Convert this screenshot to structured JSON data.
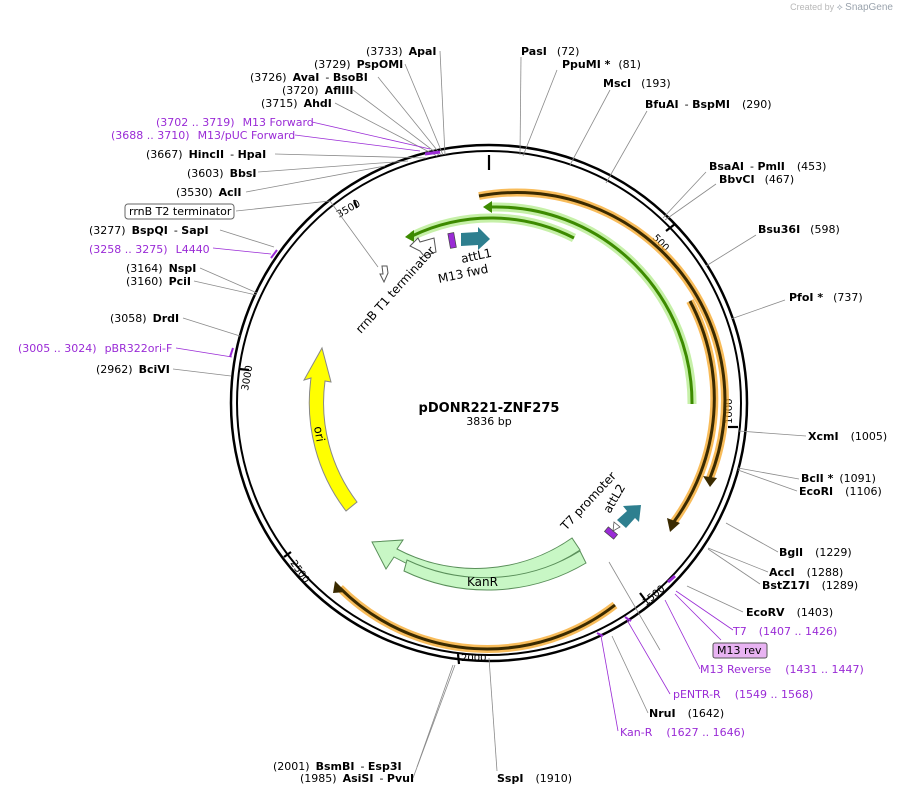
{
  "credit": {
    "prefix": "Created by",
    "brand": "SnapGene"
  },
  "plasmid": {
    "name": "pDONR221-ZNF275",
    "length_label": "3836 bp"
  },
  "tick_labels": [
    "500",
    "1000",
    "1500",
    "2000",
    "2500",
    "3000",
    "3500"
  ],
  "features": {
    "attL1": "attL1",
    "m13fwd": "M13 fwd",
    "rrnb_t1": "rrnB T1 terminator",
    "t7_promoter": "T7 promoter",
    "attL2": "attL2",
    "kanr": "KanR",
    "ori": "ori"
  },
  "boxed_labels": {
    "rrnb_t2": "rrnB T2 terminator",
    "m13rev": "M13 rev"
  },
  "enzymes": [
    {
      "pos": "(3733)",
      "name": "ApaI"
    },
    {
      "pos": "(3729)",
      "name": "PspOMI"
    },
    {
      "pos": "(3726)",
      "name": "AvaI",
      "name2": "BsoBI"
    },
    {
      "pos": "(3720)",
      "name": "AflIII"
    },
    {
      "pos": "(3715)",
      "name": "AhdI"
    },
    {
      "pos": "(3667)",
      "name": "HincII",
      "name2": "HpaI"
    },
    {
      "pos": "(3603)",
      "name": "BbsI"
    },
    {
      "pos": "(3530)",
      "name": "AclI"
    },
    {
      "pos": "(3277)",
      "name": "BspQI",
      "name2": "SapI"
    },
    {
      "pos": "(3164)",
      "name": "NspI"
    },
    {
      "pos": "(3160)",
      "name": "PciI"
    },
    {
      "pos": "(3058)",
      "name": "DrdI"
    },
    {
      "pos": "(2962)",
      "name": "BciVI"
    },
    {
      "pos": "(72)",
      "name": "PasI"
    },
    {
      "pos": "(81)",
      "name": "PpuMI *"
    },
    {
      "pos": "(193)",
      "name": "MscI"
    },
    {
      "pos": "(290)",
      "name": "BfuAI",
      "name2": "BspMI"
    },
    {
      "pos": "(453)",
      "name": "BsaAI",
      "name2": "PmlI"
    },
    {
      "pos": "(467)",
      "name": "BbvCI"
    },
    {
      "pos": "(598)",
      "name": "Bsu36I"
    },
    {
      "pos": "(737)",
      "name": "PfoI *"
    },
    {
      "pos": "(1005)",
      "name": "XcmI"
    },
    {
      "pos": "(1091)",
      "name": "BclI *"
    },
    {
      "pos": "(1106)",
      "name": "EcoRI"
    },
    {
      "pos": "(1229)",
      "name": "BglI"
    },
    {
      "pos": "(1288)",
      "name": "AccI"
    },
    {
      "pos": "(1289)",
      "name": "BstZ17I"
    },
    {
      "pos": "(1403)",
      "name": "EcoRV"
    },
    {
      "pos": "(1642)",
      "name": "NruI"
    },
    {
      "pos": "(1910)",
      "name": "SspI"
    },
    {
      "pos": "(2001)",
      "name": "BsmBI",
      "name2": "Esp3I"
    },
    {
      "pos": "(1985)",
      "name": "AsiSI",
      "name2": "PvuI"
    }
  ],
  "primers": [
    {
      "pos": "(3702 .. 3719)",
      "name": "M13 Forward"
    },
    {
      "pos": "(3688 .. 3710)",
      "name": "M13/pUC Forward"
    },
    {
      "pos": "(3258 .. 3275)",
      "name": "L4440"
    },
    {
      "pos": "(3005 .. 3024)",
      "name": "pBR322ori-F"
    },
    {
      "pos": "(1407 .. 1426)",
      "name": "T7"
    },
    {
      "pos": "(1431 .. 1447)",
      "name": "M13 Reverse"
    },
    {
      "pos": "(1549 .. 1568)",
      "name": "pENTR-R"
    },
    {
      "pos": "(1627 .. 1646)",
      "name": "Kan-R"
    }
  ],
  "colors": {
    "backbone": "#000000",
    "orange_feature": "#f5a623",
    "green_feature": "#3d8b00",
    "green_feature_fill": "#c6f0a8",
    "kanr_fill": "#c8f7c5",
    "ori_fill": "#ffff00",
    "att_arrow": "#2e7f8f",
    "primer": "#9a2bd6",
    "m13rev_box": "#e8b3f2"
  }
}
